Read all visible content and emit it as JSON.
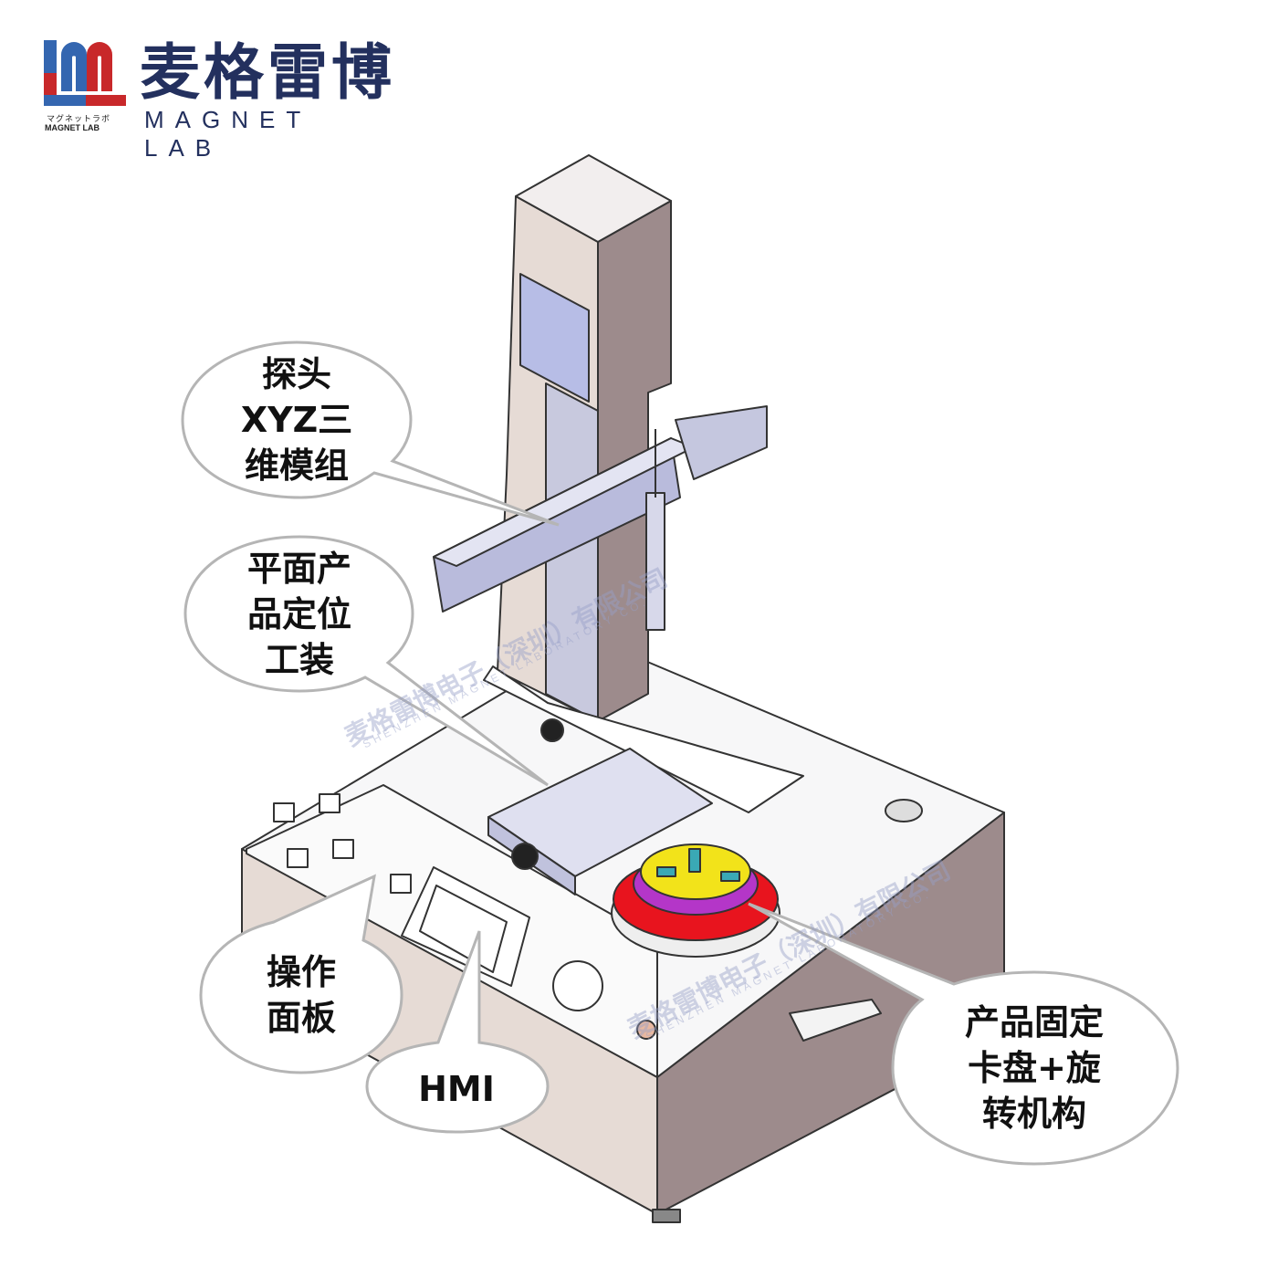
{
  "logo": {
    "brand_cn": "麦格雷博",
    "brand_en": "MAGNET LAB",
    "mark_kana": "マグネットラボ",
    "mark_en": "MAGNET LAB"
  },
  "callouts": [
    {
      "label": "探头\nXYZ三\n维模组"
    },
    {
      "label": "平面产\n品定位\n工装"
    },
    {
      "label": "操作\n面板"
    },
    {
      "label": "HMI"
    },
    {
      "label": "产品固定\n卡盘+旋\n转机构"
    }
  ],
  "watermark": {
    "company_cn": "麦格雷博电子（深圳）有限公司",
    "company_en": "SHENZHEN MAGNET LABORATORY CO."
  },
  "colors": {
    "brand_navy": "#23305e",
    "logo_blue": "#3466b0",
    "logo_red": "#c8282a",
    "machine_body": "#e3d6d0",
    "chuck_red": "#e8141e",
    "chuck_yellow": "#f2e31a",
    "chuck_purple": "#b436c8"
  }
}
